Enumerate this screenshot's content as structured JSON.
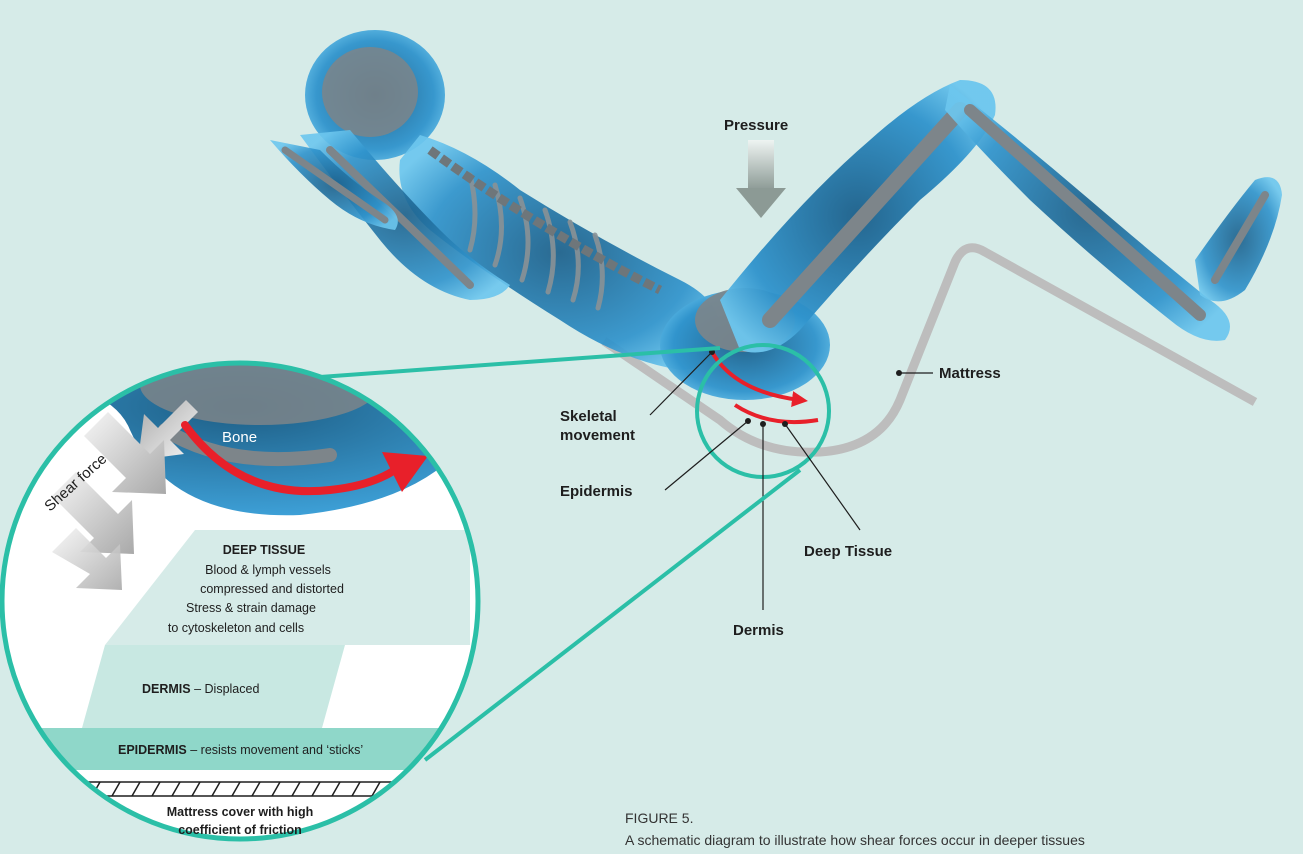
{
  "labels": {
    "pressure": "Pressure",
    "mattress": "Mattress",
    "skeletal_line1": "Skeletal",
    "skeletal_line2": "movement",
    "epidermis": "Epidermis",
    "deep_tissue": "Deep Tissue",
    "dermis": "Dermis",
    "bone": "Bone",
    "shear_force": "Shear force"
  },
  "inset": {
    "deep_tissue_title": "DEEP TISSUE",
    "deep_tissue_lines": [
      "Blood & lymph vessels",
      "compressed and distorted",
      "Stress & strain damage",
      "to cytoskeleton and cells"
    ],
    "dermis_title": "DERMIS",
    "dermis_text": " – Displaced",
    "epidermis_title": "EPIDERMIS",
    "epidermis_text": " – resists movement and ‘sticks’",
    "mattress_cover_line1": "Mattress cover with high",
    "mattress_cover_line2": "coefficient of friction"
  },
  "caption": {
    "figure": "FIGURE 5.",
    "text": "A schematic diagram to illustrate how shear forces occur in deeper tissues"
  },
  "colors": {
    "background": "#d6ebe8",
    "teal_circle": "#2bbfa7",
    "arrow_red": "#e8202a",
    "mattress_grey": "#bdbdbd",
    "body_blue": "#3aa6dc",
    "bone_grey": "#7d858a"
  }
}
